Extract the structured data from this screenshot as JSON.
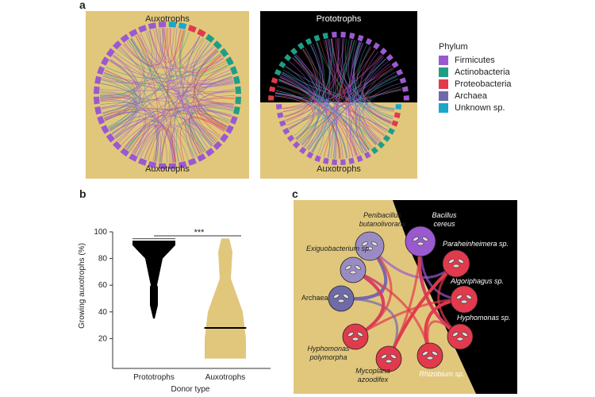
{
  "panel_letters": {
    "a": "a",
    "b": "b",
    "c": "c"
  },
  "panel_a": {
    "left_top_label": "Auxotrophs",
    "left_bottom_label": "Auxotrophs",
    "right_top_label": "Prototrophs",
    "right_bottom_label": "Auxotrophs"
  },
  "legend": {
    "title": "Phylum",
    "items": [
      {
        "label": "Firmicutes",
        "color": "#9b59d0"
      },
      {
        "label": "Actinobacteria",
        "color": "#1f9e86"
      },
      {
        "label": "Proteobacteria",
        "color": "#e03a4c"
      },
      {
        "label": "Archaea",
        "color": "#6f6aa8"
      },
      {
        "label": "Unknown sp.",
        "color": "#1aa7c9"
      }
    ]
  },
  "colors": {
    "tan": "#e1c77c",
    "black": "#000000",
    "firmicutes": "#9b59d0",
    "actinobacteria": "#1f9e86",
    "proteobacteria": "#e03a4c",
    "archaea": "#6f6aa8",
    "unknown": "#1aa7c9"
  },
  "chart_data": {
    "type": "violin",
    "ylabel": "Growing auxotrophs (%)",
    "xlabel": "Donor type",
    "categories": [
      "Prototrophs",
      "Auxotrophs"
    ],
    "ylim": [
      0,
      100
    ],
    "yticks": [
      "20",
      "40",
      "60",
      "80",
      "100"
    ],
    "significance": "***",
    "series": [
      {
        "name": "Prototrophs",
        "color": "#000000",
        "min": 35,
        "max": 95,
        "median": 94
      },
      {
        "name": "Auxotrophs",
        "color": "#e1c77c",
        "min": 5,
        "max": 95,
        "median": 28
      }
    ]
  },
  "panel_c": {
    "species": [
      {
        "label": "Penibacillus butanolivorans"
      },
      {
        "label": "Bacillus cereus"
      },
      {
        "label": "Exiguobacterium sp."
      },
      {
        "label": "Paraheinheimera sp."
      },
      {
        "label": "Algoriphagus sp."
      },
      {
        "label": "Archaea"
      },
      {
        "label": "Hyphomonas sp."
      },
      {
        "label": "Hyphomonas polymorpha"
      },
      {
        "label": "Mycoplana azoodifex"
      },
      {
        "label": "Rhizobium sp."
      }
    ]
  }
}
